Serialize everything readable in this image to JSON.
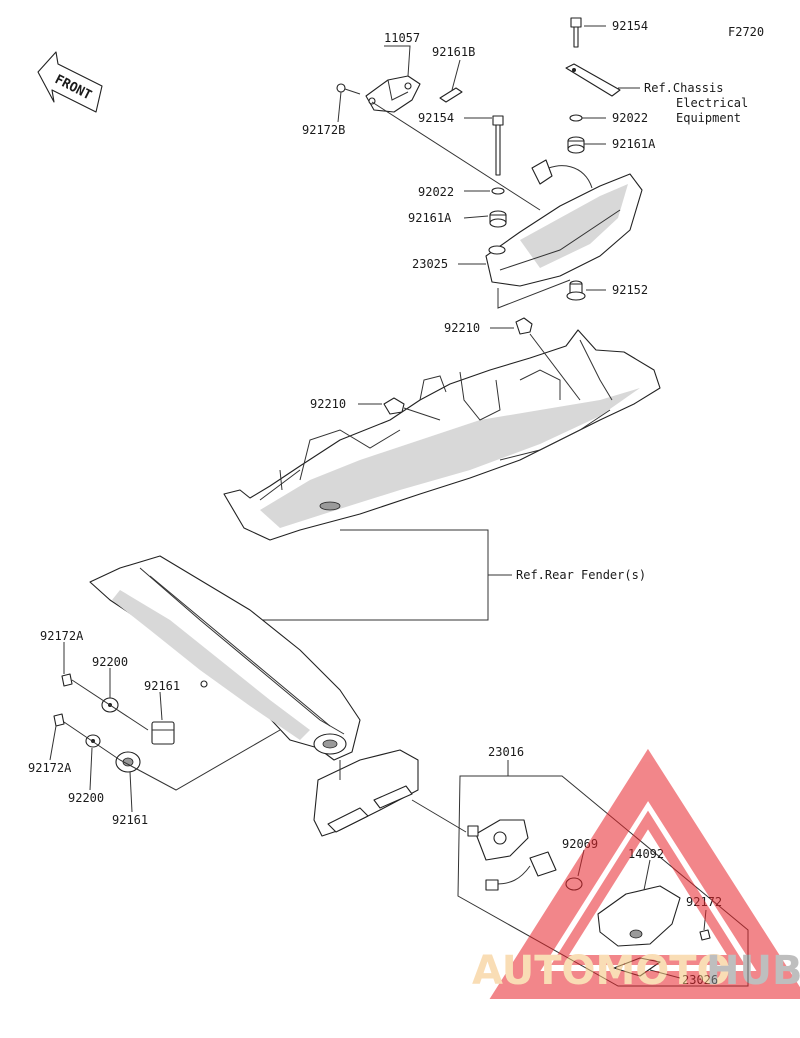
{
  "figure_code": "F2720",
  "front_label": "FRONT",
  "labels": {
    "p11057": "11057",
    "p92161B": "92161B",
    "p92172B": "92172B",
    "p92154_top": "92154",
    "ref_chassis_1": "Ref.Chassis",
    "ref_chassis_2": "Electrical",
    "ref_chassis_3": "Equipment",
    "p92022_right": "92022",
    "p92161A_right": "92161A",
    "p92154_mid": "92154",
    "p92022_left": "92022",
    "p92161A_left": "92161A",
    "p23025": "23025",
    "p92152": "92152",
    "p92210_top": "92210",
    "p92210_left": "92210",
    "ref_rear_fender": "Ref.Rear Fender(s)",
    "p92172A_top": "92172A",
    "p92200_top": "92200",
    "p92161_top": "92161",
    "p92172A_bot": "92172A",
    "p92200_bot": "92200",
    "p92161_bot": "92161",
    "p23016": "23016",
    "p92069": "92069",
    "p14092": "14092",
    "p92172": "92172",
    "p23026": "23026"
  },
  "watermark": {
    "text_left": "AUTOMOTO",
    "text_right": "HUB",
    "color_left": "#f5c27a",
    "color_right": "#9a9a9a",
    "triangle_color": "#e8252b"
  }
}
